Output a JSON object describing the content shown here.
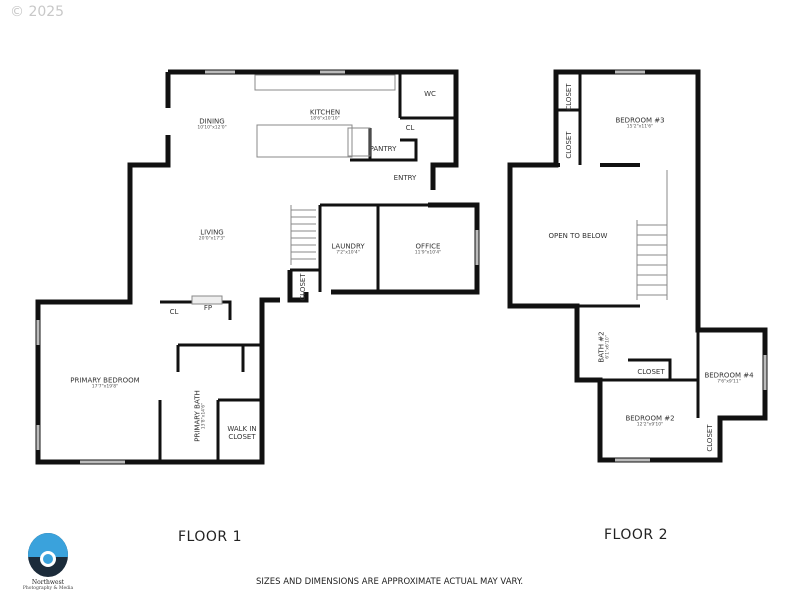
{
  "copyright": "© 2025",
  "floors": [
    {
      "label": "FLOOR 1",
      "rooms": {
        "dining": {
          "name": "DINING",
          "dims": "10'10\"x12'0\""
        },
        "kitchen": {
          "name": "KITCHEN",
          "dims": "18'6\"x10'10\""
        },
        "wc": {
          "name": "WC"
        },
        "cl_entry": {
          "name": "CL"
        },
        "pantry": {
          "name": "PANTRY"
        },
        "entry": {
          "name": "ENTRY"
        },
        "living": {
          "name": "LIVING",
          "dims": "20'0\"x17'3\""
        },
        "laundry": {
          "name": "LAUNDRY",
          "dims": "7'2\"x10'4\""
        },
        "office": {
          "name": "OFFICE",
          "dims": "11'9\"x10'4\""
        },
        "closet": {
          "name": "CLOSET"
        },
        "cl_primary": {
          "name": "CL"
        },
        "fp": {
          "name": "FP"
        },
        "primary_bedroom": {
          "name": "PRIMARY BEDROOM",
          "dims": "17'7\"x19'8\""
        },
        "primary_bath": {
          "name": "PRIMARY BATH",
          "dims": "13'8\"x14'6\""
        },
        "walk_in_closet": {
          "name": "WALK IN CLOSET"
        }
      }
    },
    {
      "label": "FLOOR 2",
      "rooms": {
        "bedroom3": {
          "name": "BEDROOM #3",
          "dims": "15'2\"x11'6\""
        },
        "closet_a": {
          "name": "CLOSET"
        },
        "closet_b": {
          "name": "CLOSET"
        },
        "open_to_below": {
          "name": "OPEN TO BELOW"
        },
        "bath2": {
          "name": "BATH #2",
          "dims": "6'1\"x6'10\""
        },
        "closet_hall": {
          "name": "CLOSET"
        },
        "bedroom4": {
          "name": "BEDROOM #4",
          "dims": "7'6\"x9'11\""
        },
        "bedroom2": {
          "name": "BEDROOM #2",
          "dims": "12'2\"x9'10\""
        },
        "closet_b2": {
          "name": "CLOSET"
        }
      }
    }
  ],
  "disclaimer": "SIZES AND DIMENSIONS ARE APPROXIMATE ACTUAL MAY VARY.",
  "logo": {
    "name": "Northwest",
    "sub": "Photography & Media"
  }
}
